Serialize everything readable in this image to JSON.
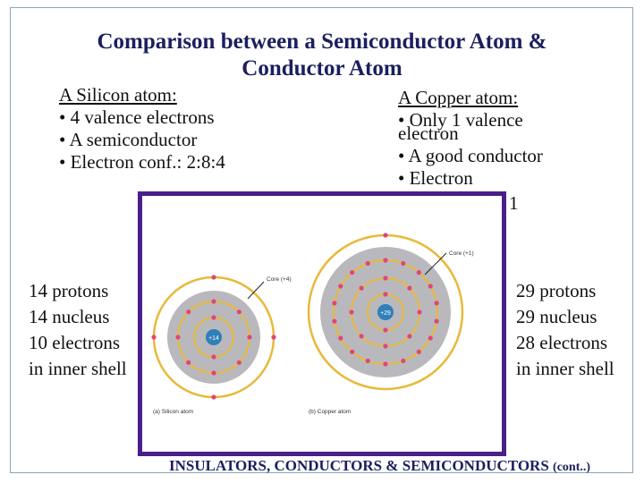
{
  "title": {
    "line1": "Comparison between a Semiconductor Atom &",
    "line2": "Conductor Atom"
  },
  "silicon": {
    "heading": "A Silicon atom:",
    "bullets": [
      "• 4 valence electrons",
      "• A semiconductor",
      "• Electron conf.: 2:8:4"
    ],
    "stats": [
      "14 protons",
      "14 nucleus",
      "10 electrons",
      "in inner shell"
    ]
  },
  "copper": {
    "heading": "A Copper atom:",
    "bullets": [
      "• Only 1 valence",
      "electron",
      "• A good conductor",
      "• Electron",
      "1"
    ],
    "stats": [
      "29 protons",
      "29 nucleus",
      "28 electrons",
      "in inner shell"
    ]
  },
  "figure": {
    "silicon_core_label": "Core (+4)",
    "silicon_nucleus": "+14",
    "silicon_caption": "(a) Silicon atom",
    "copper_core_label": "Core (+1)",
    "copper_nucleus": "+29",
    "copper_caption": "(b) Copper atom"
  },
  "footer": {
    "main": "INSULATORS, CONDUCTORS & SEMICONDUCTORS",
    "cont": "(cont..)"
  }
}
